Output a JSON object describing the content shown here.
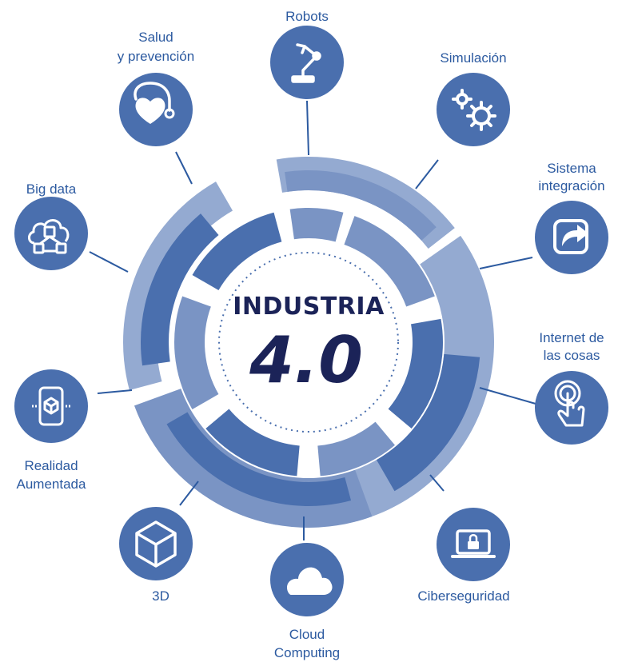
{
  "center": {
    "line1": "INDUSTRIA",
    "line2": "4.0"
  },
  "colors": {
    "primary": "#4a6fae",
    "dark": "#1b2358",
    "label": "#2c5aa0"
  },
  "nodes": [
    {
      "id": "robots",
      "icon": "robot-arm-icon",
      "lines": [
        "Robots"
      ]
    },
    {
      "id": "simulacion",
      "icon": "gears-icon",
      "lines": [
        "Simulación"
      ]
    },
    {
      "id": "sistema-integracion",
      "icon": "share-arrow-icon",
      "lines": [
        "Sistema",
        "integración"
      ]
    },
    {
      "id": "internet-cosas",
      "icon": "touch-hand-icon",
      "lines": [
        "Internet de",
        "las cosas"
      ]
    },
    {
      "id": "ciberseguridad",
      "icon": "laptop-lock-icon",
      "lines": [
        "Ciberseguridad"
      ]
    },
    {
      "id": "cloud-computing",
      "icon": "cloud-icon",
      "lines": [
        "Cloud",
        "Computing"
      ]
    },
    {
      "id": "3d",
      "icon": "cube-icon",
      "lines": [
        "3D"
      ]
    },
    {
      "id": "realidad-aumentada",
      "icon": "ar-phone-icon",
      "lines": [
        "Realidad",
        "Aumentada"
      ]
    },
    {
      "id": "big-data",
      "icon": "cloud-network-icon",
      "lines": [
        "Big data"
      ]
    },
    {
      "id": "salud-prevencion",
      "icon": "stethoscope-heart-icon",
      "lines": [
        "Salud",
        "y prevención"
      ]
    }
  ]
}
